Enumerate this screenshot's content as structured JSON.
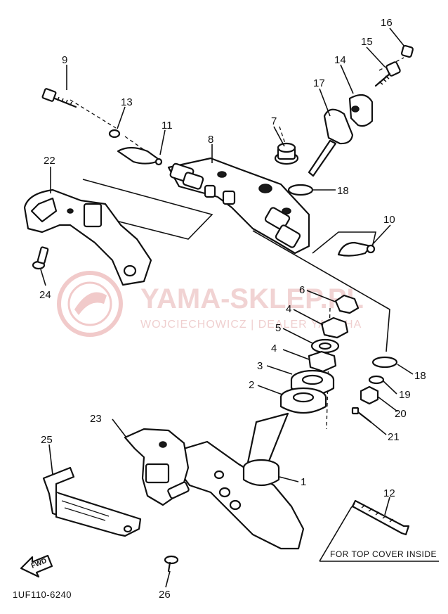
{
  "diagram_code": "1UF110-6240",
  "note_text": "FOR TOP COVER INSIDE",
  "fwd_label": "FWD",
  "watermark": {
    "main": "YAMA-SKLEP.PL",
    "sub": "WOJCIECHOWICZ | DEALER YAMAHA"
  },
  "callouts": {
    "c1": "1",
    "c2": "2",
    "c3": "3",
    "c4a": "4",
    "c4b": "4",
    "c5": "5",
    "c6": "6",
    "c7": "7",
    "c8": "8",
    "c9": "9",
    "c10": "10",
    "c11": "11",
    "c12": "12",
    "c13": "13",
    "c14": "14",
    "c15": "15",
    "c16": "16",
    "c17": "17",
    "c18a": "18",
    "c18b": "18",
    "c19": "19",
    "c20": "20",
    "c21": "21",
    "c22": "22",
    "c23": "23",
    "c24": "24",
    "c25": "25",
    "c26": "26"
  },
  "colors": {
    "line": "#111111",
    "watermark": "#e6b0b0"
  }
}
